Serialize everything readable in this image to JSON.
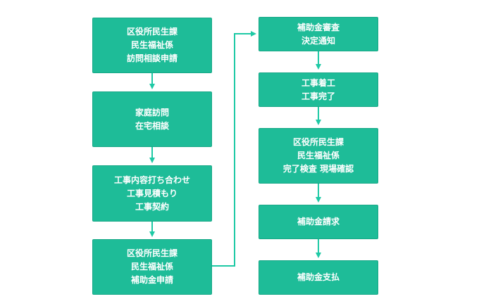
{
  "colors": {
    "box_fill": "#1ebc98",
    "box_border": "#18a887",
    "box_text": "#ffffff",
    "connector": "#1ec9a5",
    "background": "#ffffff"
  },
  "flow": {
    "left": [
      {
        "lines": [
          "区役所民生課",
          "民生福祉係",
          "訪問相談申請"
        ]
      },
      {
        "lines": [
          "家庭訪問",
          "在宅相談"
        ]
      },
      {
        "lines": [
          "工事内容打ち合わせ",
          "工事見積もり",
          "工事契約"
        ]
      },
      {
        "lines": [
          "区役所民生課",
          "民生福祉係",
          "補助金申請"
        ]
      }
    ],
    "right": [
      {
        "lines": [
          "補助金審査",
          "決定通知"
        ]
      },
      {
        "lines": [
          "工事着工",
          "工事完了"
        ]
      },
      {
        "lines": [
          "区役所民生課",
          "民生福祉係",
          "完了検査 現場確認"
        ]
      },
      {
        "lines": [
          "補助金請求"
        ]
      },
      {
        "lines": [
          "補助金支払"
        ]
      }
    ]
  }
}
